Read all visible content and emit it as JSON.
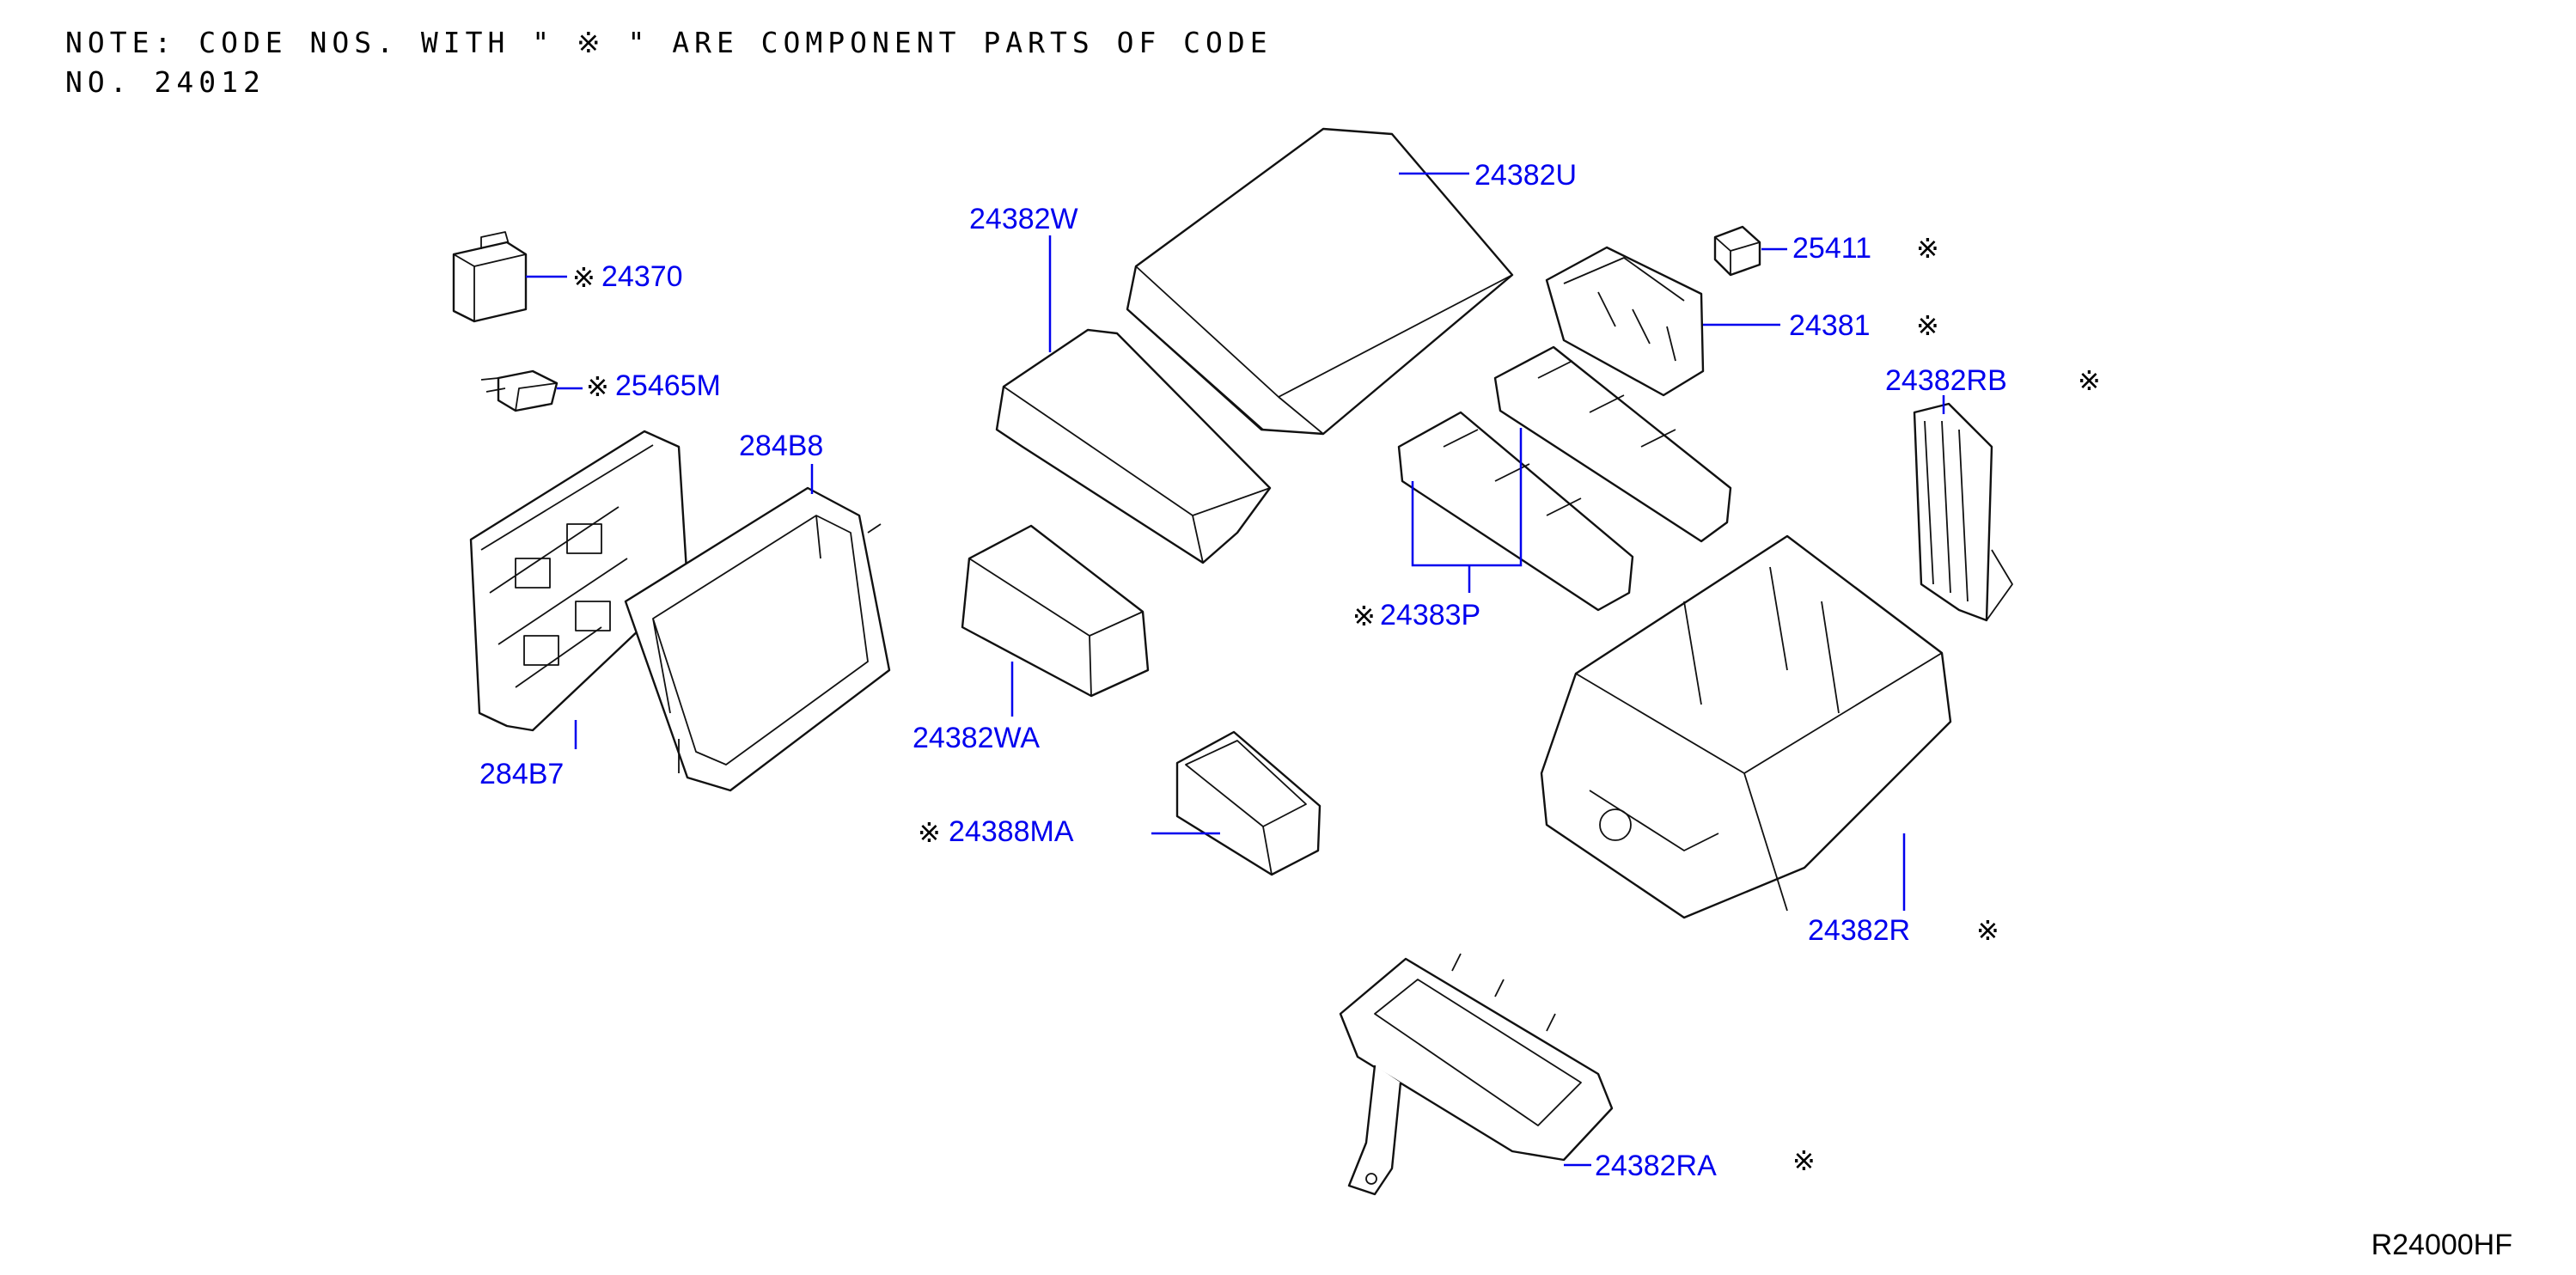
{
  "note": {
    "line1": "NOTE: CODE NOS. WITH \" ※ \" ARE COMPONENT PARTS OF CODE",
    "line2": "NO. 24012"
  },
  "diagram_code": "R24000HF",
  "component_mark": "※",
  "colors": {
    "label": "#0000ee",
    "line": "#111111",
    "background": "#ffffff"
  },
  "parts": {
    "p24370": {
      "code": "24370",
      "component": true
    },
    "p25465M": {
      "code": "25465M",
      "component": true
    },
    "p284B8": {
      "code": "284B8",
      "component": false
    },
    "p284B7": {
      "code": "284B7",
      "component": false
    },
    "p24382W": {
      "code": "24382W",
      "component": false
    },
    "p24382U": {
      "code": "24382U",
      "component": false
    },
    "p25411": {
      "code": "25411",
      "component": true
    },
    "p24381": {
      "code": "24381",
      "component": true
    },
    "p24382RB": {
      "code": "24382RB",
      "component": true
    },
    "p24383P": {
      "code": "24383P",
      "component": true
    },
    "p24382WA": {
      "code": "24382WA",
      "component": false
    },
    "p24388MA": {
      "code": "24388MA",
      "component": true
    },
    "p24382R": {
      "code": "24382R",
      "component": true
    },
    "p24382RA": {
      "code": "24382RA",
      "component": true
    }
  }
}
